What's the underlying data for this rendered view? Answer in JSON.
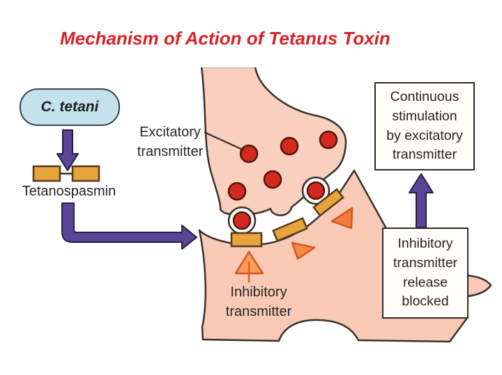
{
  "title": "Mechanism of Action of Tetanus Toxin",
  "pathogen": {
    "name": "C. tetani",
    "toxin": "Tetanospasmin"
  },
  "labels": {
    "excitatory_lines": [
      "Excitatory",
      "transmitter"
    ],
    "inhibitory_lines": [
      "Inhibitory",
      "transmitter"
    ]
  },
  "callouts": {
    "continuous_lines": [
      "Continuous",
      "stimulation",
      "by excitatory",
      "transmitter"
    ],
    "blocked_lines": [
      "Inhibitory",
      "transmitter",
      "release",
      "blocked"
    ]
  },
  "shapes": {
    "excitatory_vesicle_count": 7,
    "toxin_fragment_count": 3,
    "inhibitory_triangle_count": 3
  },
  "colors": {
    "title_red": "#da2128",
    "pathogen_box_blue": "#c3e2ec",
    "presynaptic_pink": "#f9cfbd",
    "postsynaptic_pink": "#f8c9b5",
    "arrow_purple": "#5b4798",
    "toxin_orange": "#e7a33c",
    "vesicle_red": "#d42a1e",
    "triangle_orange": "#f08a42",
    "outline_dark": "#38302a"
  }
}
